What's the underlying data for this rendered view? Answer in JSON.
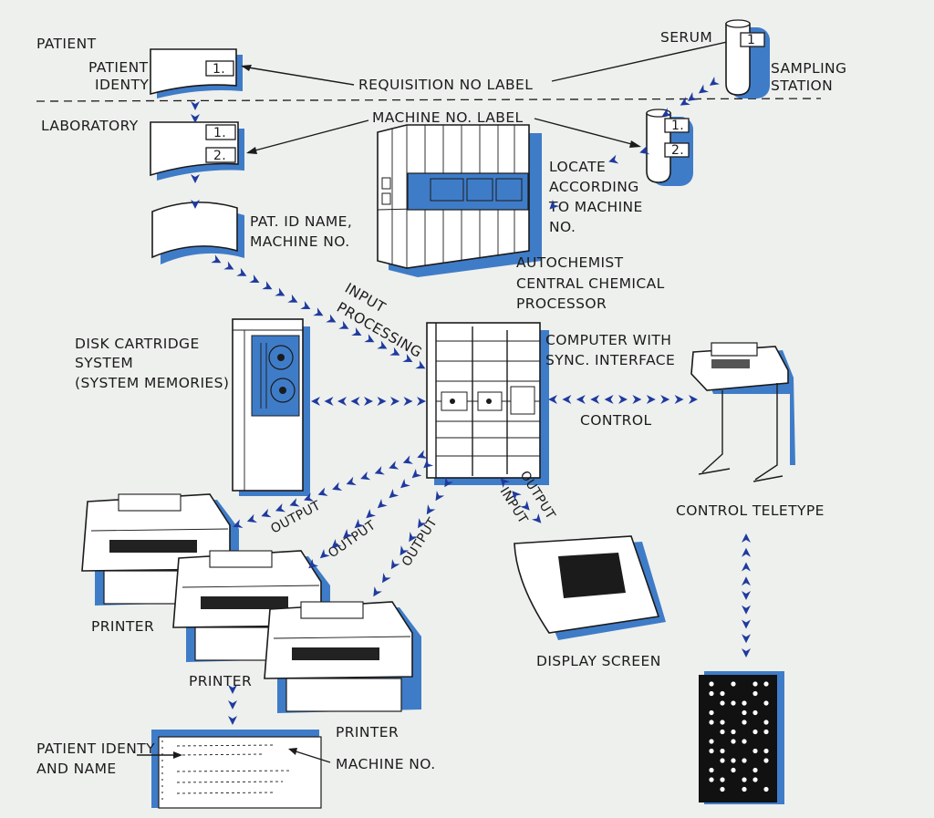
{
  "sections": {
    "patient": "PATIENT",
    "laboratory": "LABORATORY"
  },
  "labels": {
    "patient_identy": [
      "PATIENT",
      "IDENTY"
    ],
    "requisition_label": "REQUISITION NO LABEL",
    "serum": "SERUM",
    "sampling_station": [
      "SAMPLING",
      "STATION"
    ],
    "machine_label": "MACHINE  NO. LABEL",
    "locate": [
      "LOCATE",
      "ACCORDING",
      "TO MACHINE",
      "NO."
    ],
    "pat_id": [
      "PAT. ID NAME,",
      "MACHINE NO."
    ],
    "autochemist": [
      "AUTOCHEMIST",
      "CENTRAL CHEMICAL",
      "PROCESSOR"
    ],
    "input_processing": [
      "INPUT",
      "PROCESSING"
    ],
    "disk_cartridge": [
      "DISK CARTRIDGE",
      "SYSTEM",
      "(SYSTEM MEMORIES)"
    ],
    "computer": [
      "COMPUTER WITH",
      "SYNC. INTERFACE"
    ],
    "control": "CONTROL",
    "control_teletype": "CONTROL TELETYPE",
    "output": "OUTPUT",
    "input": "INPUT",
    "printer": "PRINTER",
    "display_screen": "DISPLAY SCREEN",
    "patient_identy_name": [
      "PATIENT IDENTY",
      "AND NAME"
    ],
    "machine_no": "MACHINE NO."
  },
  "tags": {
    "one": "1.",
    "two": "2.",
    "tube_one": "1"
  },
  "colors": {
    "accent_blue": "#3f7cc8",
    "arrow_blue": "#1f3a9e",
    "ink": "#1b1b1b",
    "background": "#eef0ee"
  }
}
